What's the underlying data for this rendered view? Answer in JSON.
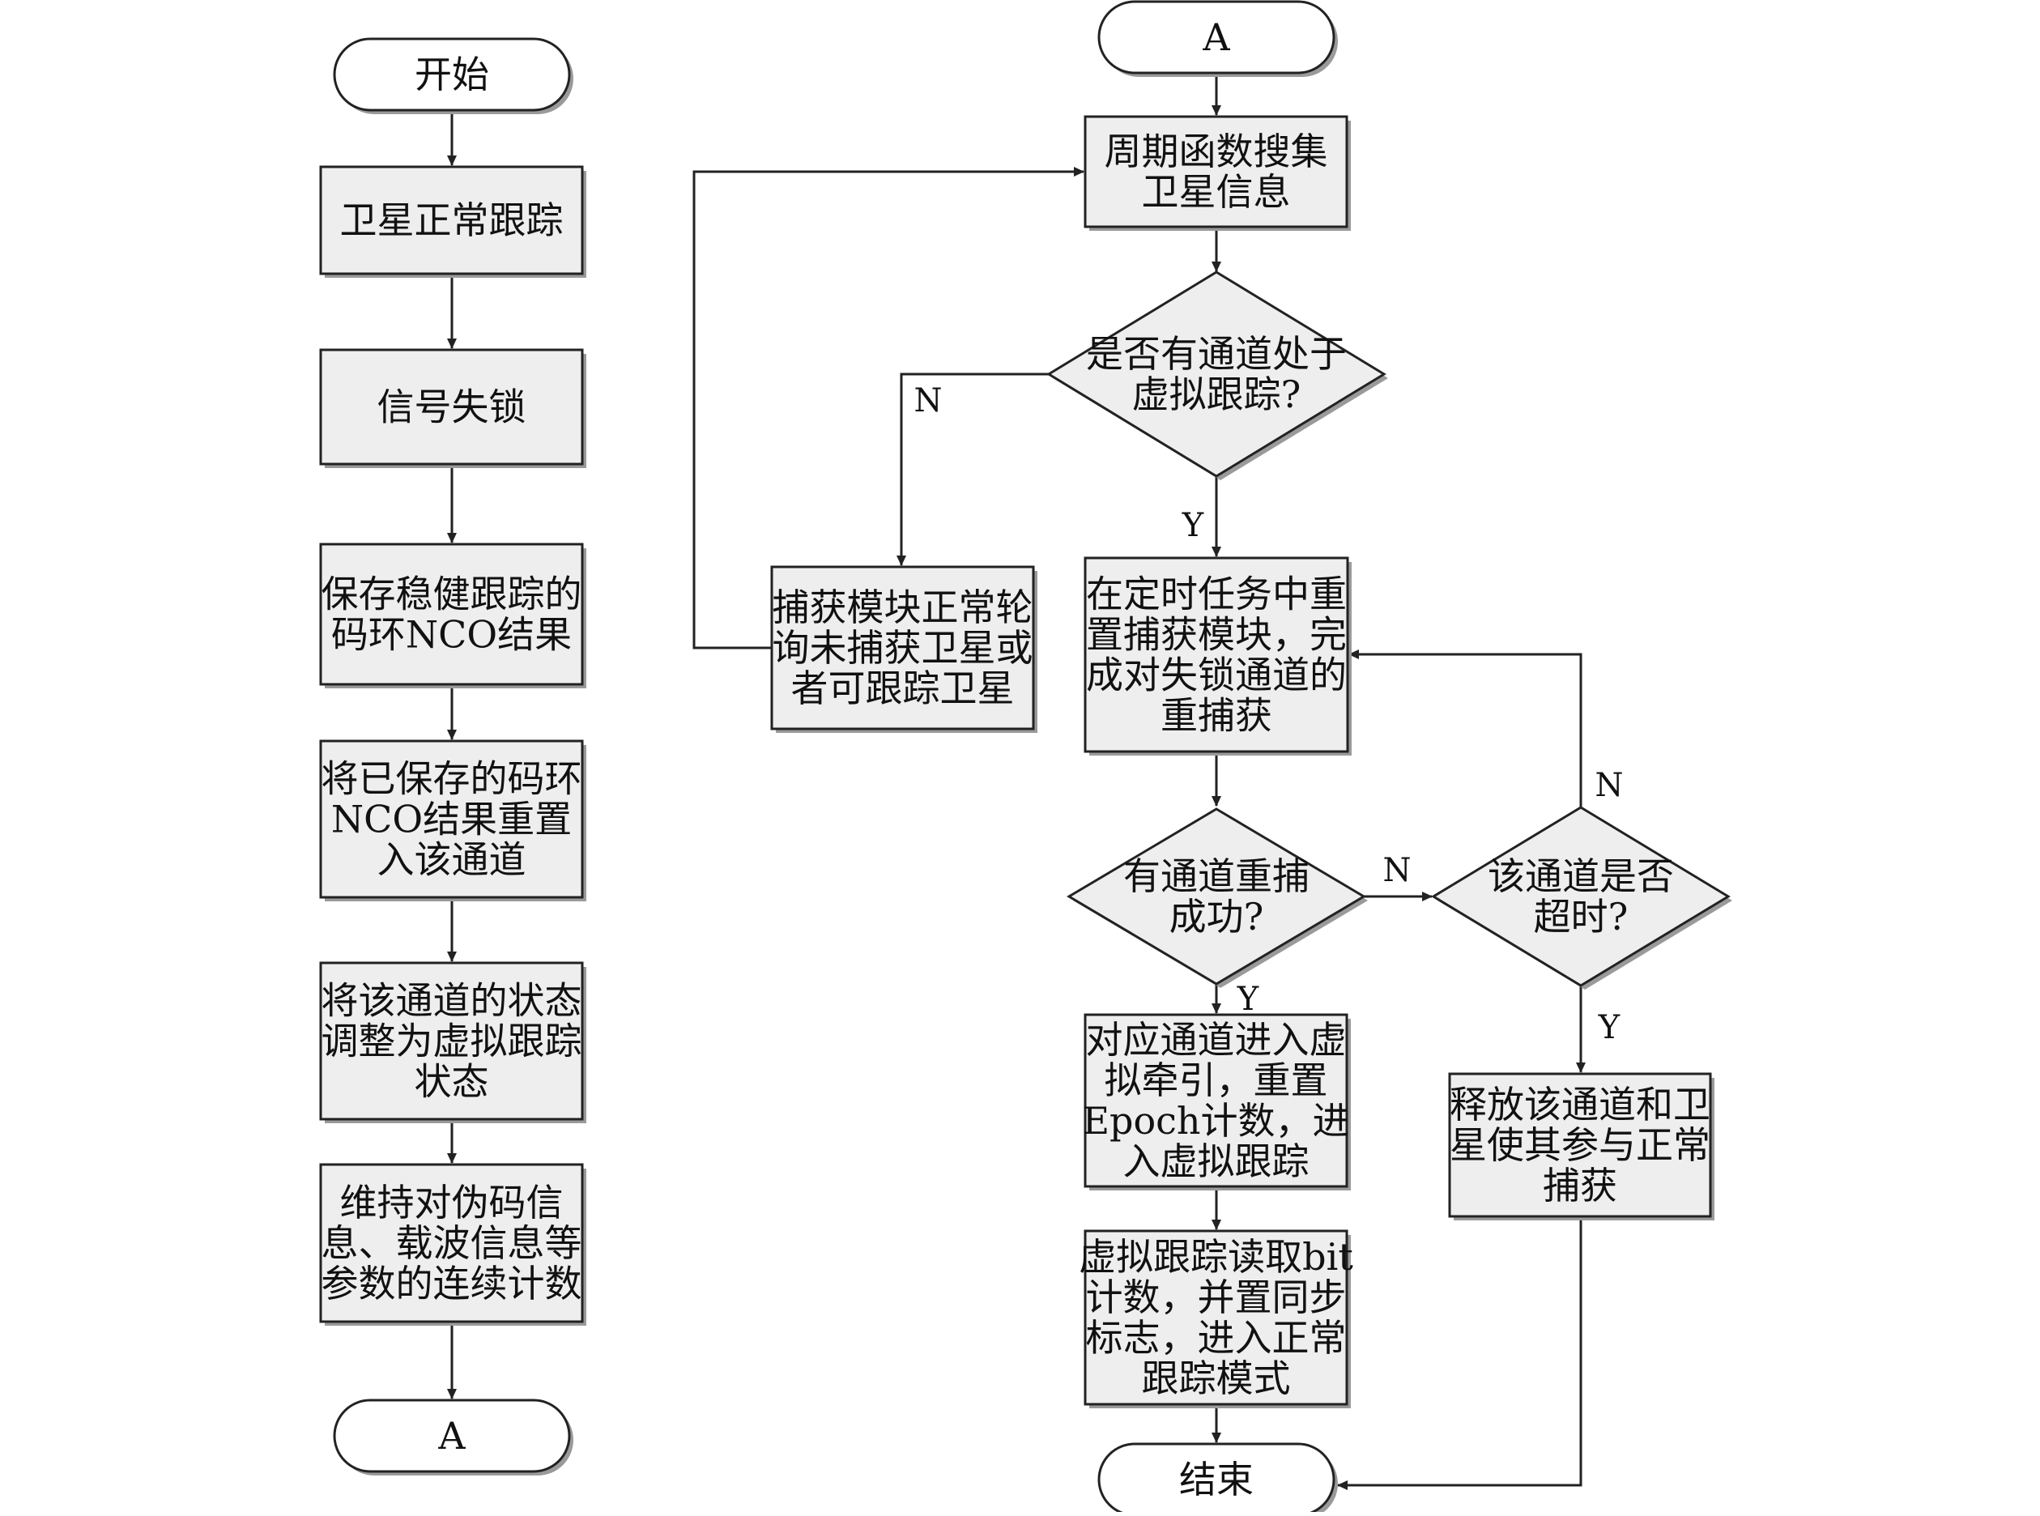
{
  "nodes": {
    "start": [
      "开始"
    ],
    "sat_tracking": [
      "卫星正常跟踪"
    ],
    "signal_lost": [
      "信号失锁"
    ],
    "save_nco": [
      "保存稳健跟踪的",
      "码环NCO结果"
    ],
    "reset_nco": [
      "将已保存的码环",
      "NCO结果重置",
      "入该通道"
    ],
    "adjust_state": [
      "将该通道的状态",
      "调整为虚拟跟踪",
      "状态"
    ],
    "maintain_count": [
      "维持对伪码信",
      "息、载波信息等",
      "参数的连续计数"
    ],
    "connector_a_left": [
      "A"
    ],
    "connector_a_top": [
      "A"
    ],
    "periodic_search": [
      "周期函数搜集",
      "卫星信息"
    ],
    "virtual_check": [
      "是否有通道处于",
      "虚拟跟踪?"
    ],
    "acq_poll": [
      "捕获模块正常轮",
      "询未捕获卫星或",
      "者可跟踪卫星"
    ],
    "reset_acq": [
      "在定时任务中重",
      "置捕获模块，完",
      "成对失锁通道的",
      "重捕获"
    ],
    "reacq_success": [
      "有通道重捕",
      "成功?"
    ],
    "timeout_check": [
      "该通道是否",
      "超时?"
    ],
    "virtual_pull": [
      "对应通道进入虚",
      "拟牵引，重置",
      "Epoch计数，进",
      "入虚拟跟踪"
    ],
    "release": [
      "释放该通道和卫",
      "星使其参与正常",
      "捕获"
    ],
    "read_bit": [
      "虚拟跟踪读取bit",
      "计数，并置同步",
      "标志，进入正常",
      "跟踪模式"
    ],
    "end": [
      "结束"
    ]
  },
  "edge_labels": {
    "virtual_no": "N",
    "virtual_yes": "Y",
    "reacq_no": "N",
    "reacq_yes": "Y",
    "timeout_no": "N",
    "timeout_yes": "Y"
  },
  "colors": {
    "box_fill": "#eeeeee",
    "shadow": "#9a9a9a",
    "stroke": "#222222",
    "terminal_fill": "#ffffff"
  }
}
